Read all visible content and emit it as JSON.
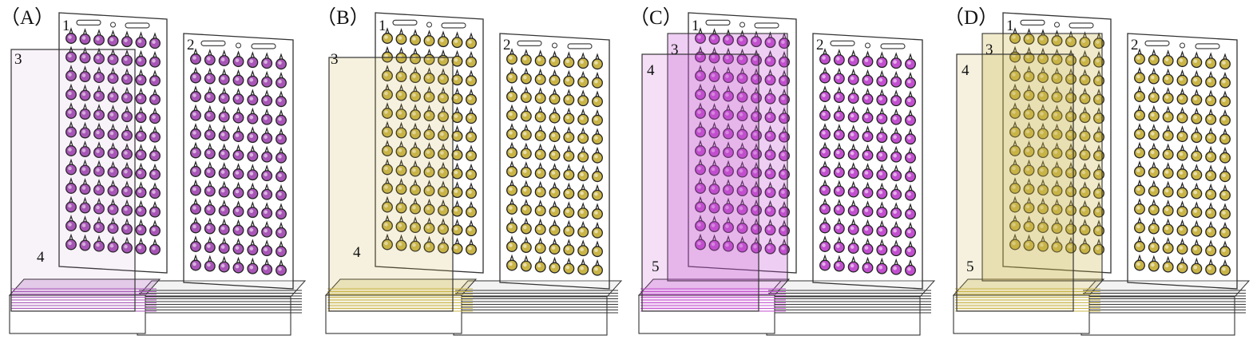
{
  "figure": {
    "panels": [
      {
        "id": "A",
        "label": "（A）",
        "color": "#a855b7",
        "labels": {
          "back_left": "1",
          "back_right": "2",
          "front_plate": "3",
          "base": "4"
        }
      },
      {
        "id": "B",
        "label": "（B）",
        "color": "#c9b446",
        "labels": {
          "back_left": "1",
          "back_right": "2",
          "front_plate": "3",
          "base": "4"
        }
      },
      {
        "id": "C",
        "label": "（C）",
        "color": "#c24fcf",
        "labels": {
          "back_left": "1",
          "back_right": "2",
          "middle_plate": "3",
          "front_plate": "4",
          "base": "5"
        }
      },
      {
        "id": "D",
        "label": "（D）",
        "color": "#c9b446",
        "labels": {
          "back_left": "1",
          "back_right": "2",
          "middle_plate": "3",
          "front_plate": "4",
          "base": "5"
        }
      }
    ]
  }
}
